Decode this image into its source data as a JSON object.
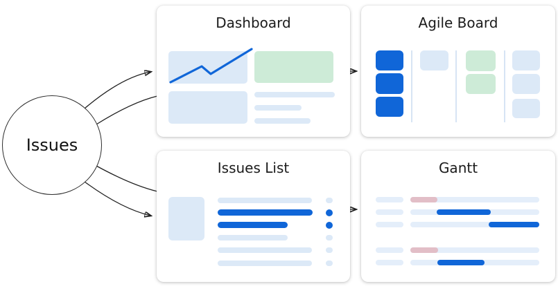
{
  "palette": {
    "accent": "#1066D8",
    "light": "#DCE9F7",
    "track": "#E4EEFA",
    "green": "#CDEBD7",
    "pink": "#E2BEC7",
    "divider": "#D7E4F4",
    "ink": "#1F1F1F",
    "card_bg": "#FFFFFF",
    "title_color": "#1B1B1B"
  },
  "diagram": {
    "node": {
      "label": "Issues"
    },
    "cards": {
      "dashboard": {
        "title": "Dashboard"
      },
      "agile_board": {
        "title": "Agile Board"
      },
      "issues_list": {
        "title": "Issues List"
      },
      "gantt": {
        "title": "Gantt"
      }
    },
    "arrows": [
      {
        "from": "issues",
        "to": "dashboard"
      },
      {
        "from": "issues",
        "to": "dashboard"
      },
      {
        "from": "issues",
        "to": "issues_list"
      },
      {
        "from": "issues",
        "to": "issues_list"
      },
      {
        "from": "dashboard",
        "to": "agile_board"
      },
      {
        "from": "issues_list",
        "to": "gantt"
      }
    ]
  }
}
